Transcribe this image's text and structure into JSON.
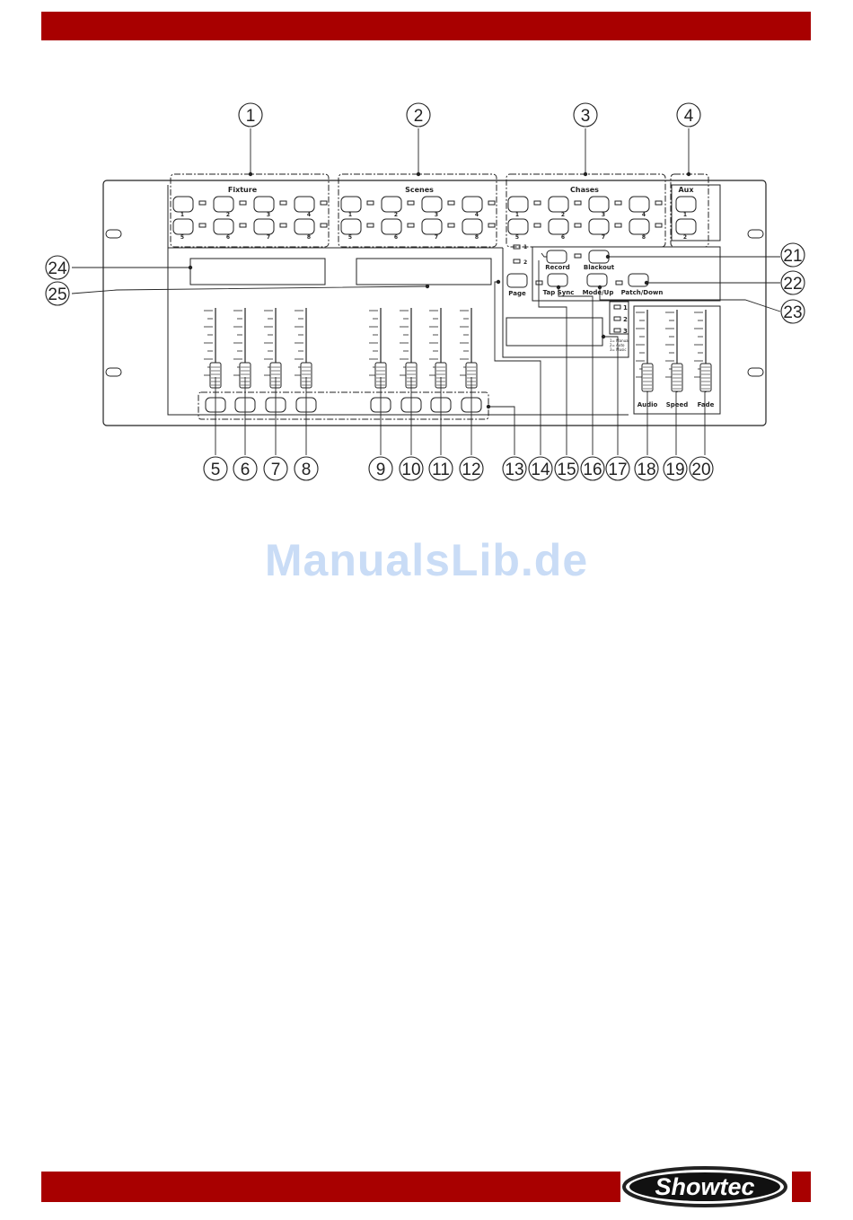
{
  "brand": {
    "logo_text": "Showtec",
    "accent_color": "#a80000"
  },
  "watermark": "ManualsLib.de",
  "sections": {
    "fixture": {
      "title": "Fixture",
      "buttons": [
        "1",
        "2",
        "3",
        "4",
        "5",
        "6",
        "7",
        "8"
      ]
    },
    "scenes": {
      "title": "Scenes",
      "buttons": [
        "1",
        "2",
        "3",
        "4",
        "5",
        "6",
        "7",
        "8"
      ]
    },
    "chases": {
      "title": "Chases",
      "buttons": [
        "1",
        "2",
        "3",
        "4",
        "5",
        "6",
        "7",
        "8"
      ]
    },
    "aux": {
      "title": "Aux",
      "buttons": [
        "1",
        "2"
      ]
    }
  },
  "page_leds": [
    "1",
    "2"
  ],
  "controls": {
    "record": "Record",
    "blackout": "Blackout",
    "page": "Page",
    "tap_sync": "Tap Sync",
    "mode_up": "Mode/Up",
    "patch_down": "Patch/Down"
  },
  "mode_leds": [
    "1",
    "2",
    "3"
  ],
  "mode_legend": [
    "1= Manual",
    "2= Auto",
    "3= Music"
  ],
  "right_faders": [
    "Audio",
    "Speed",
    "Fade"
  ],
  "callouts": [
    "1",
    "2",
    "3",
    "4",
    "5",
    "6",
    "7",
    "8",
    "9",
    "10",
    "11",
    "12",
    "13",
    "14",
    "15",
    "16",
    "17",
    "18",
    "19",
    "20",
    "21",
    "22",
    "23",
    "24",
    "25"
  ]
}
